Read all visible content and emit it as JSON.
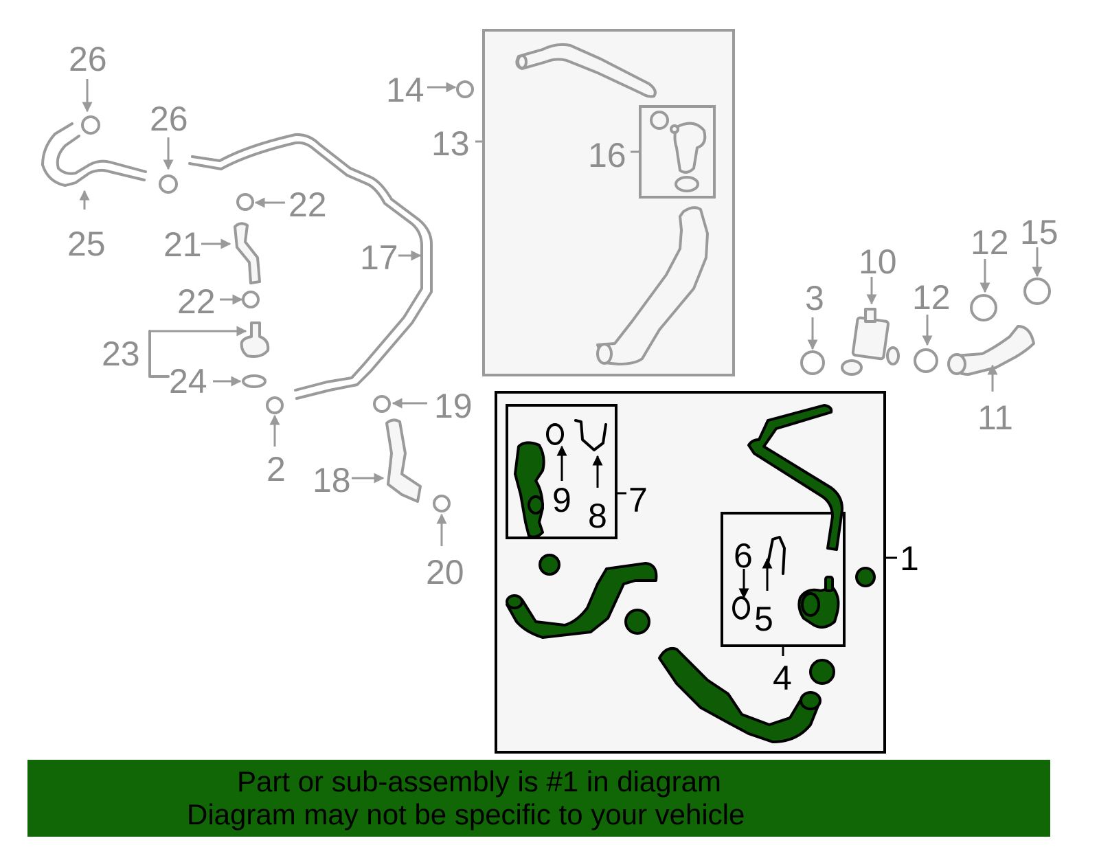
{
  "banner": {
    "line1": "Part or sub-assembly is #1 in diagram",
    "line2": "Diagram may not be specific to your vehicle",
    "background_color": "#116606"
  },
  "colors": {
    "highlight_part": "#0f5c07",
    "other_parts": "#9a9a9a",
    "box_fill": "#f6f6f6"
  },
  "callouts": {
    "c1": "1",
    "c2": "2",
    "c3": "3",
    "c4": "4",
    "c5": "5",
    "c6": "6",
    "c7": "7",
    "c8": "8",
    "c9": "9",
    "c10": "10",
    "c11": "11",
    "c12a": "12",
    "c12b": "12",
    "c13": "13",
    "c14": "14",
    "c15": "15",
    "c16": "16",
    "c17": "17",
    "c18": "18",
    "c19": "19",
    "c20": "20",
    "c21": "21",
    "c22a": "22",
    "c22b": "22",
    "c23": "23",
    "c24": "24",
    "c25": "25",
    "c26a": "26",
    "c26b": "26"
  },
  "highlighted_assembly": {
    "number": "1",
    "sub_groups": [
      "4",
      "7"
    ],
    "parts": [
      "5",
      "6",
      "8",
      "9"
    ]
  }
}
